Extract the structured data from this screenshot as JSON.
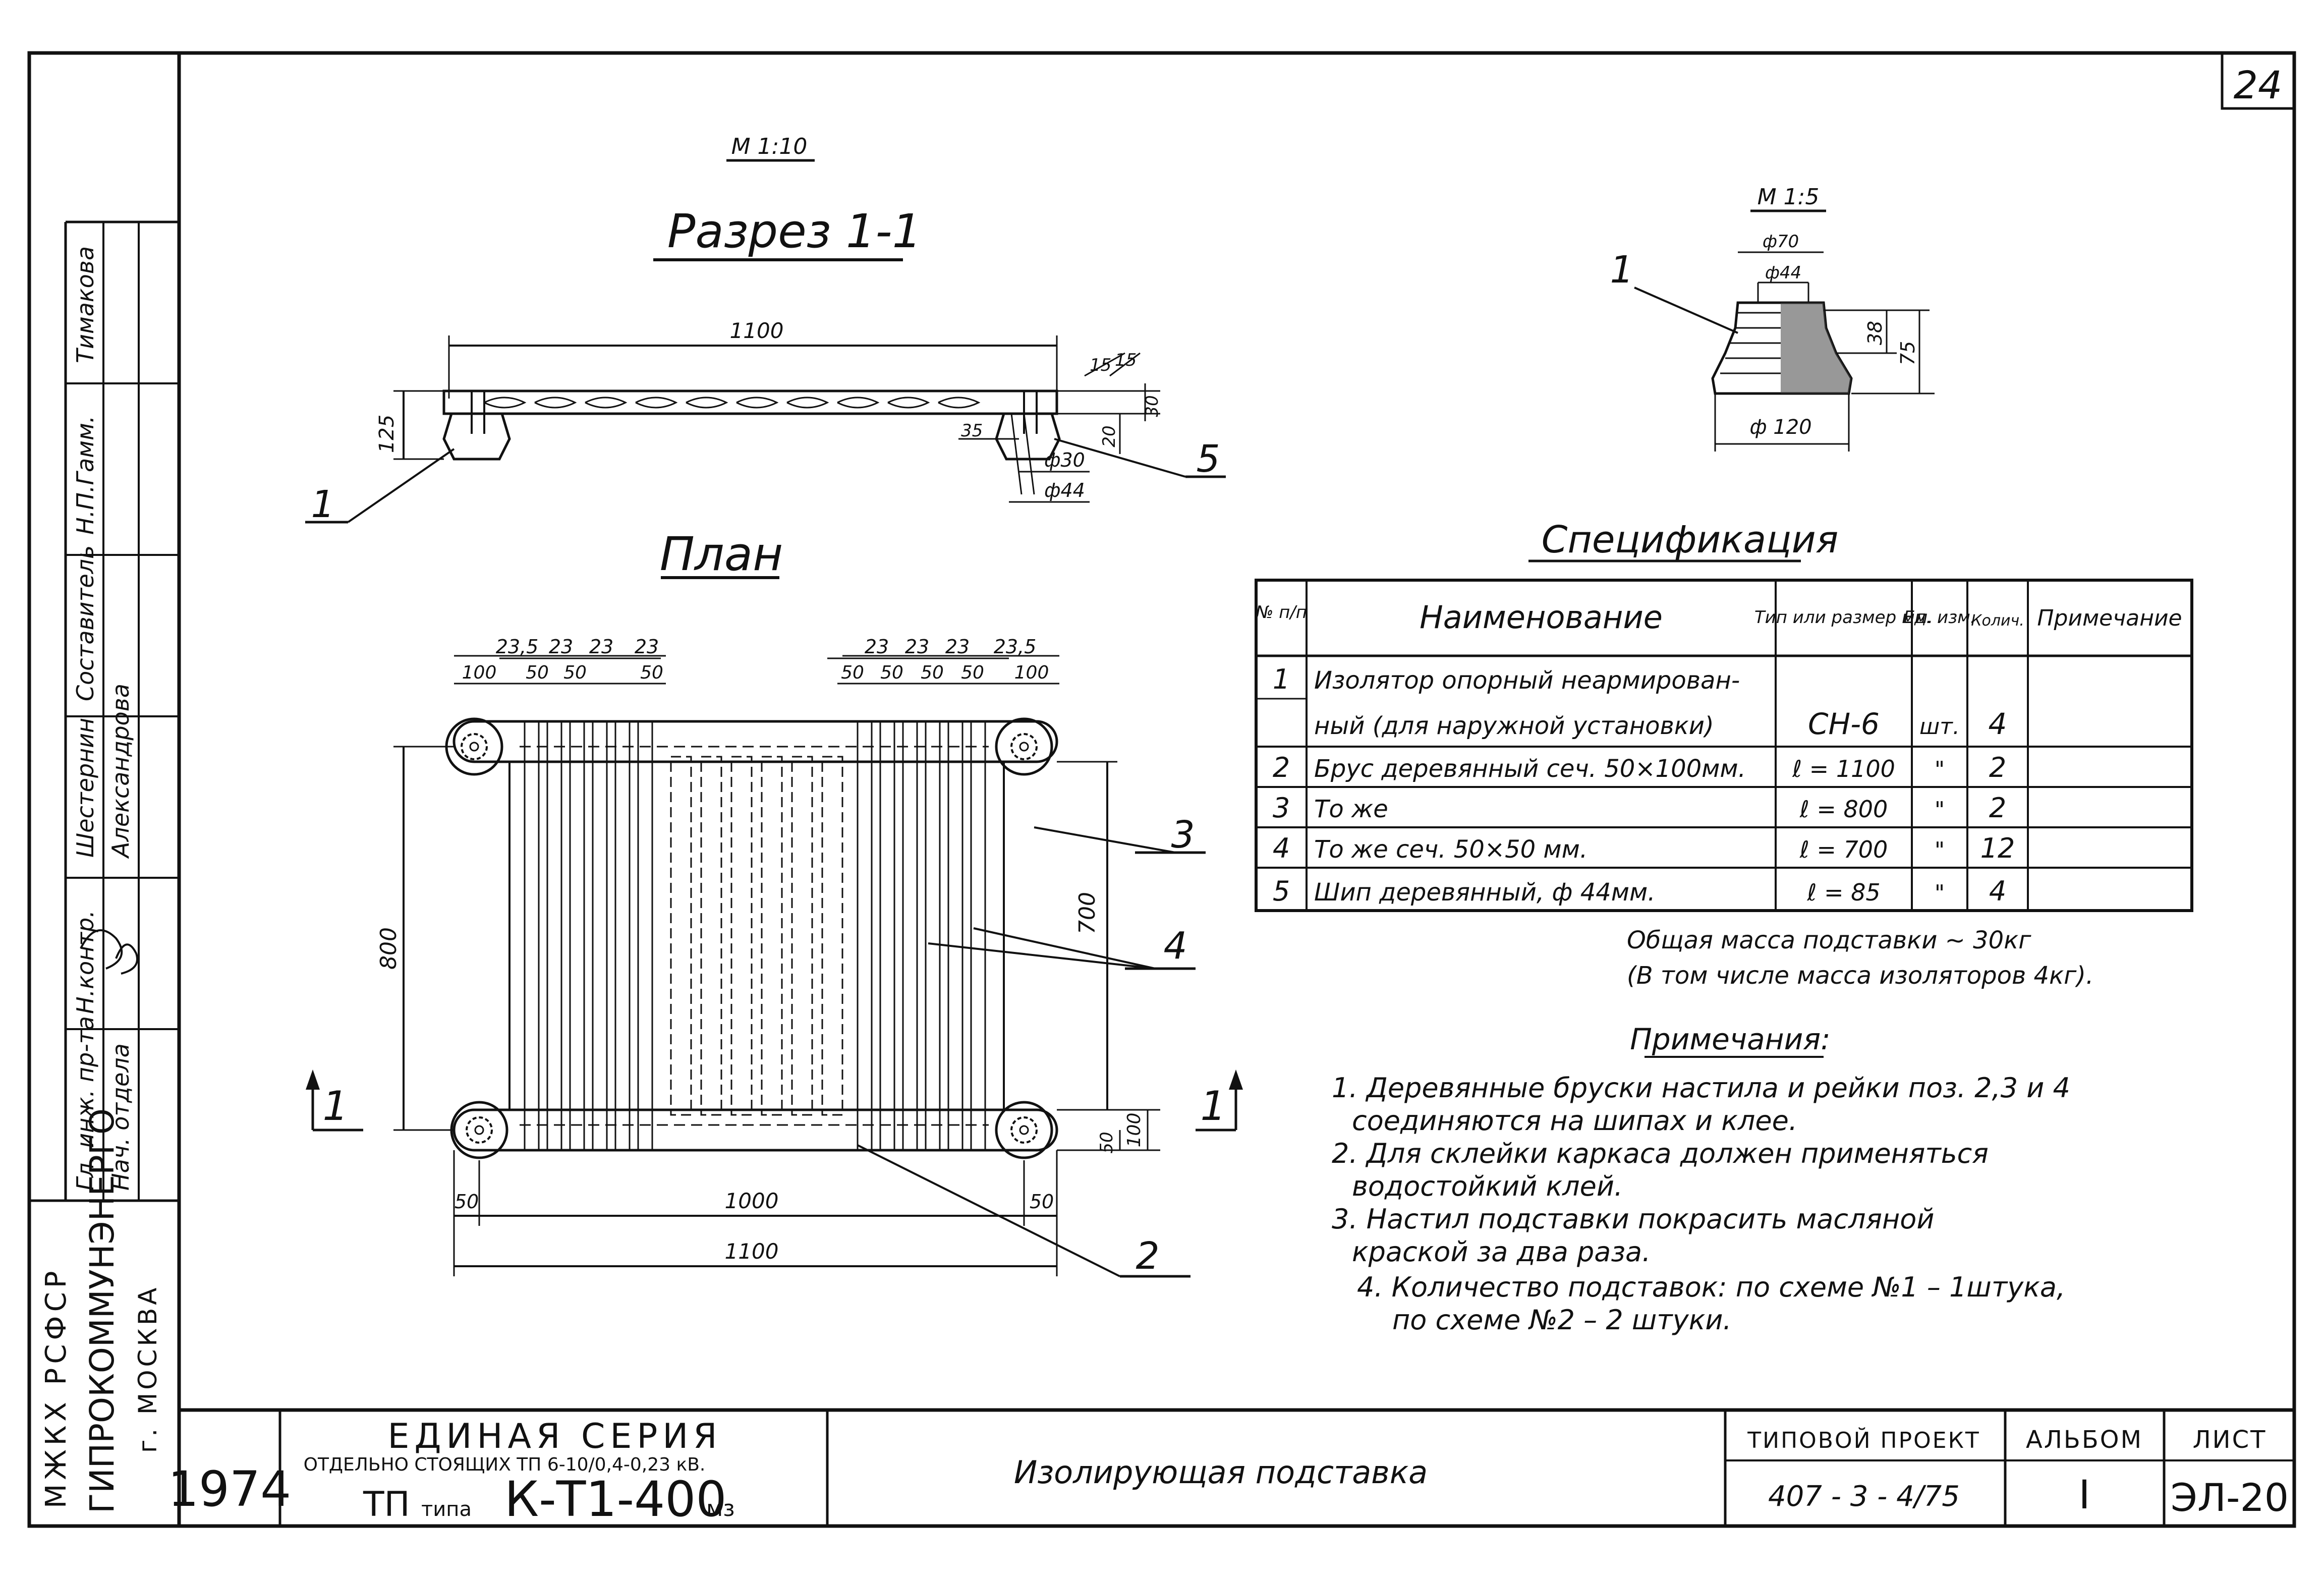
{
  "sheet_number": "24",
  "section": {
    "scale": "М 1:10",
    "title": "Разрез 1-1",
    "dim_length": "1100",
    "dim_height": "125",
    "dim_30": "30",
    "dim_15a": "15",
    "dim_15b": "15",
    "dim_20": "20",
    "dim_35": "35",
    "dim_d30": "ф30",
    "dim_d44": "ф44",
    "callout_1": "1",
    "callout_5": "5"
  },
  "insulator_detail": {
    "scale": "М 1:5",
    "dim_d70": "ф70",
    "dim_d44": "ф44",
    "dim_38": "38",
    "dim_75": "75",
    "dim_d120": "ф 120",
    "callout_1": "1"
  },
  "plan": {
    "title": "План",
    "dims_top_left": [
      "23,5",
      "23",
      "23",
      "23"
    ],
    "dims_top_right": [
      "23",
      "23",
      "23",
      "23,5"
    ],
    "dims_second_left": [
      "100",
      "50",
      "50",
      "50"
    ],
    "dims_second_right": [
      "50",
      "50",
      "50",
      "50",
      "100"
    ],
    "dim_800": "800",
    "dim_700": "700",
    "dim_100_right": "100",
    "dim_50_right": "50",
    "dim_50_bl": "50",
    "dim_1000": "1000",
    "dim_50_br": "50",
    "dim_1100": "1100",
    "callout_2": "2",
    "callout_3": "3",
    "callout_4": "4",
    "section_mark_left": "1",
    "section_mark_right": "1"
  },
  "specification": {
    "title": "Спецификация",
    "headers": {
      "num": "№ п/п",
      "name": "Наименование",
      "type": "Тип или размер мм.",
      "unit": "Ед. изм.",
      "qty": "Колич.",
      "note": "Примечание"
    },
    "rows": [
      {
        "num": "1",
        "name": "Изолятор опорный неармирован-",
        "type": "",
        "unit": "",
        "qty": "",
        "note": ""
      },
      {
        "num": "",
        "name": "ный (для наружной установки)",
        "type": "СН-6",
        "unit": "шт.",
        "qty": "4",
        "note": ""
      },
      {
        "num": "2",
        "name": "Брус деревянный сеч. 50×100мм.",
        "type": "ℓ = 1100",
        "unit": "\"",
        "qty": "2",
        "note": ""
      },
      {
        "num": "3",
        "name": "То же",
        "type": "ℓ = 800",
        "unit": "\"",
        "qty": "2",
        "note": ""
      },
      {
        "num": "4",
        "name": "То же сеч. 50×50 мм.",
        "type": "ℓ = 700",
        "unit": "\"",
        "qty": "12",
        "note": ""
      },
      {
        "num": "5",
        "name": "Шип деревянный, ф 44мм.",
        "type": "ℓ = 85",
        "unit": "\"",
        "qty": "4",
        "note": ""
      }
    ],
    "mass_line1": "Общая масса подставки ~ 30кг",
    "mass_line2": "(В том числе масса изоляторов 4кг)."
  },
  "notes": {
    "title": "Примечания:",
    "lines": [
      "1. Деревянные бруски настила и рейки поз. 2,3 и 4",
      "соединяются на шипах и клее.",
      "2. Для склейки каркаса должен применяться",
      "водостойкий клей.",
      "3. Настил подставки покрасить масляной",
      "краской за два раза.",
      "4. Количество подставок: по схеме №1 – 1штука,",
      "по схеме №2 – 2 штуки."
    ]
  },
  "stamp": {
    "org_line1": "МЖКХ РСФСР",
    "org_line2": "ГИПРОКОММУНЭНЕРГО",
    "org_line3": "г. МОСКВА",
    "signatures": [
      {
        "role": "Гл. инж. пр-та",
        "name": "Нач. отдела"
      },
      {
        "role": "Н.контр.",
        "name": ""
      },
      {
        "role": "Шестернин",
        "name": "Александрова"
      },
      {
        "role": "Составитель",
        "name": "Н.П.Гамм."
      },
      {
        "role": "Тимакова",
        "name": ""
      }
    ],
    "year": "1974",
    "series_title": "ЕДИНАЯ СЕРИЯ",
    "series_sub": "ОТДЕЛЬНО СТОЯЩИХ ТП 6-10/0,4-0,23 кВ.",
    "series_type_prefix": "ТП",
    "series_type_word": "типа",
    "series_type_code": "К-Т1-400",
    "series_type_suffix": "мз",
    "drawing_title": "Изолирующая подставка",
    "project_label": "ТИПОВОЙ ПРОЕКТ",
    "project_value": "407 - 3 - 4/75",
    "album_label": "АЛЬБОМ",
    "album_value": "I",
    "sheet_label": "ЛИСТ",
    "sheet_value": "ЭЛ-20"
  }
}
